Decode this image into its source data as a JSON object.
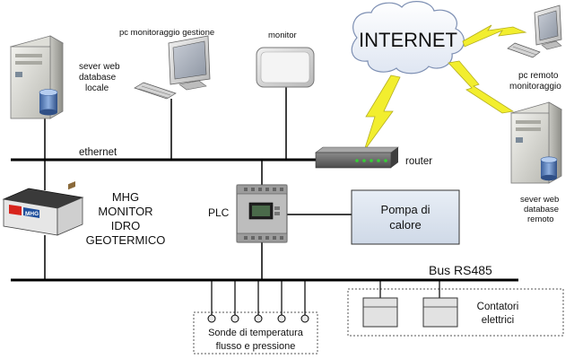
{
  "labels": {
    "server_local": [
      "sever web",
      "database",
      "locale"
    ],
    "pc_gestione": "pc monitoraggio gestione",
    "monitor": "monitor",
    "internet": "INTERNET",
    "pc_remoto": [
      "pc remoto",
      "monitoraggio"
    ],
    "ethernet": "ethernet",
    "router": "router",
    "server_remoto": [
      "sever web",
      "database",
      "remoto"
    ],
    "mhg_device": "MHG",
    "mhg_title": [
      "MHG",
      "MONITOR",
      "IDRO",
      "GEOTERMICO"
    ],
    "plc": "PLC",
    "pompa": [
      "Pompa di",
      "calore"
    ],
    "bus": "Bus RS485",
    "sonde": [
      "Sonde di temperatura",
      "flusso e pressione"
    ],
    "contatori": [
      "Contatori",
      "elettrici"
    ]
  },
  "colors": {
    "lightning": "#f2ee2e",
    "device_gray": "#c8c8c8",
    "pump_box": "#dde6f1",
    "line": "#000000",
    "led": "#35d035",
    "mhg_red": "#d8241c"
  }
}
